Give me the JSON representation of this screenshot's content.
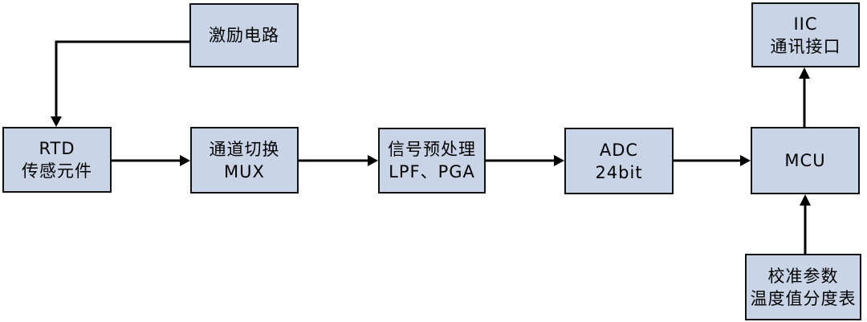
{
  "diagram": {
    "nodes": {
      "excitation": {
        "line1": "激励电路",
        "line2": ""
      },
      "rtd": {
        "line1": "RTD",
        "line2": "传感元件"
      },
      "mux": {
        "line1": "通道切换",
        "line2": "MUX"
      },
      "preprocess": {
        "line1": "信号预处理",
        "line2": "LPF、PGA"
      },
      "adc": {
        "line1": "ADC",
        "line2": "24bit"
      },
      "mcu": {
        "line1": "MCU",
        "line2": ""
      },
      "iic": {
        "line1": "IIC",
        "line2": "通讯接口"
      },
      "calibration": {
        "line1": "校准参数",
        "line2": "温度值分度表"
      }
    },
    "edges": [
      {
        "from": "excitation",
        "to": "rtd"
      },
      {
        "from": "rtd",
        "to": "mux"
      },
      {
        "from": "mux",
        "to": "preprocess"
      },
      {
        "from": "preprocess",
        "to": "adc"
      },
      {
        "from": "adc",
        "to": "mcu"
      },
      {
        "from": "mcu",
        "to": "iic"
      },
      {
        "from": "calibration",
        "to": "mcu"
      }
    ],
    "colors": {
      "background": "#ffffff",
      "box_fill": "#c9d5e6",
      "box_border": "#111111",
      "arrow": "#000000",
      "text": "#000000"
    }
  }
}
